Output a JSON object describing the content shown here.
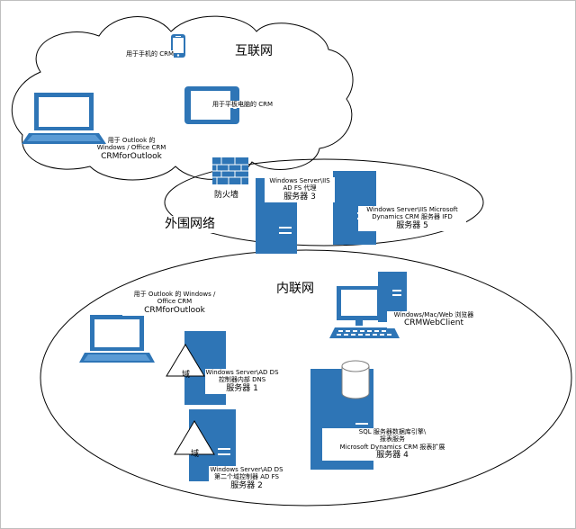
{
  "zones": {
    "internet": "互联网",
    "perimeter": "外围网络",
    "intranet": "内联网"
  },
  "labels": {
    "phone": "用于手机的 CRM",
    "tablet": "用于平板电脑的 CRM",
    "outlook_ext_1": "用于 Outlook 的",
    "outlook_ext_2": "Windows / Office CRM",
    "outlook_ext_3": "CRMforOutlook",
    "firewall": "防火墙",
    "s3_1": "Windows Server\\IIS",
    "s3_2": "AD FS 代理",
    "s3_3": "服务器 3",
    "s5_1": "Windows Server\\IIS Microsoft",
    "s5_2": "Dynamics CRM 服务器 IFD",
    "s5_3": "服务器 5",
    "outlook_int_1": "用于 Outlook 的 Windows /",
    "outlook_int_2": "Office CRM",
    "outlook_int_3": "CRMforOutlook",
    "web_1": "Windows/Mac/Web 浏览器",
    "web_2": "CRMWebClient",
    "s1_1": "Windows Server\\AD DS",
    "s1_2": "控制器内部 DNS",
    "s1_3": "服务器 1",
    "s2_1": "Windows Server\\AD DS",
    "s2_2": "第二个域控制器 AD FS",
    "s2_3": "服务器 2",
    "s4_1": "SQL 服务器数据库引擎\\",
    "s4_2": "报表服务",
    "s4_3": "Microsoft Dynamics CRM 报表扩展",
    "s4_4": "服务器 4",
    "domain_1": "域",
    "domain_2": "域"
  },
  "colors": {
    "device_blue": "#2e75b6",
    "outline": "#000000",
    "frame": "#bfbfbf"
  }
}
